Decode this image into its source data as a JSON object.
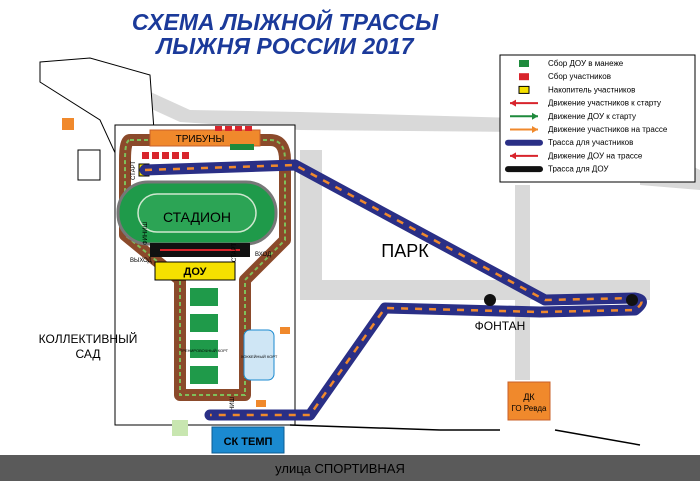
{
  "title": {
    "line1": "СХЕМА ЛЫЖНОЙ ТРАССЫ",
    "line2": "ЛЫЖНЯ РОССИИ 2017"
  },
  "labels": {
    "tribuny": "ТРИБУНЫ",
    "stadion": "СТАДИОН",
    "dou": "ДОУ",
    "park": "ПАРК",
    "fontan": "ФОНТАН",
    "sad_line1": "КОЛЛЕКТИВНЫЙ",
    "sad_line2": "САД",
    "street_prefix": "улица",
    "street_name": "СПОРТИВНАЯ",
    "sk_temp": "СК ТЕМП",
    "dk_line1": "ДК",
    "dk_line2": "ГО Ревда",
    "start": "СТАРТ",
    "finish": "ФИНИШ",
    "vyhod": "ВЫХОД",
    "vhod": "ВХОД",
    "finish_bottom": "ФИНИШ",
    "court1": "ТРЕНИРОВОЧНЫЙ КОРТ",
    "court2": "ХОККЕЙНЫЙ КОРТ"
  },
  "legend": {
    "items": [
      {
        "key": "sbor-dou",
        "label": "Сбор ДОУ в манеже",
        "color": "#1e8a3c"
      },
      {
        "key": "sbor-uch",
        "label": "Сбор участников",
        "color": "#d8242c"
      },
      {
        "key": "nakopitel",
        "label": "Накопитель участников",
        "color": "#f5e000"
      },
      {
        "key": "dv-uch-start",
        "label": "Движение участников к старту",
        "color": "#d8242c"
      },
      {
        "key": "dv-dou-start",
        "label": "Движение ДОУ к старту",
        "color": "#1e8a3c"
      },
      {
        "key": "dv-uch-trasse",
        "label": "Движение участников на трассе",
        "color": "#f0892c"
      },
      {
        "key": "trassa-uch",
        "label": "Трасса для участников",
        "color": "#2a2f86"
      },
      {
        "key": "dv-dou-trasse",
        "label": "Движение ДОУ на трассе",
        "color": "#d8242c"
      },
      {
        "key": "trassa-dou",
        "label": "Трасса для ДОУ",
        "color": "#111111"
      }
    ]
  },
  "colors": {
    "title": "#1b3a9a",
    "road": "#d9d9d9",
    "route": "#2a2f86",
    "arrow_orange": "#f0892c",
    "arrow_red": "#d8242c",
    "arrow_green": "#1e8a3c",
    "stadium_green": "#1f9a4a",
    "dou_yellow": "#f5e000",
    "dk_orange": "#f0892c",
    "sk_blue": "#1b8ad0",
    "street": "#5a5a5a"
  }
}
